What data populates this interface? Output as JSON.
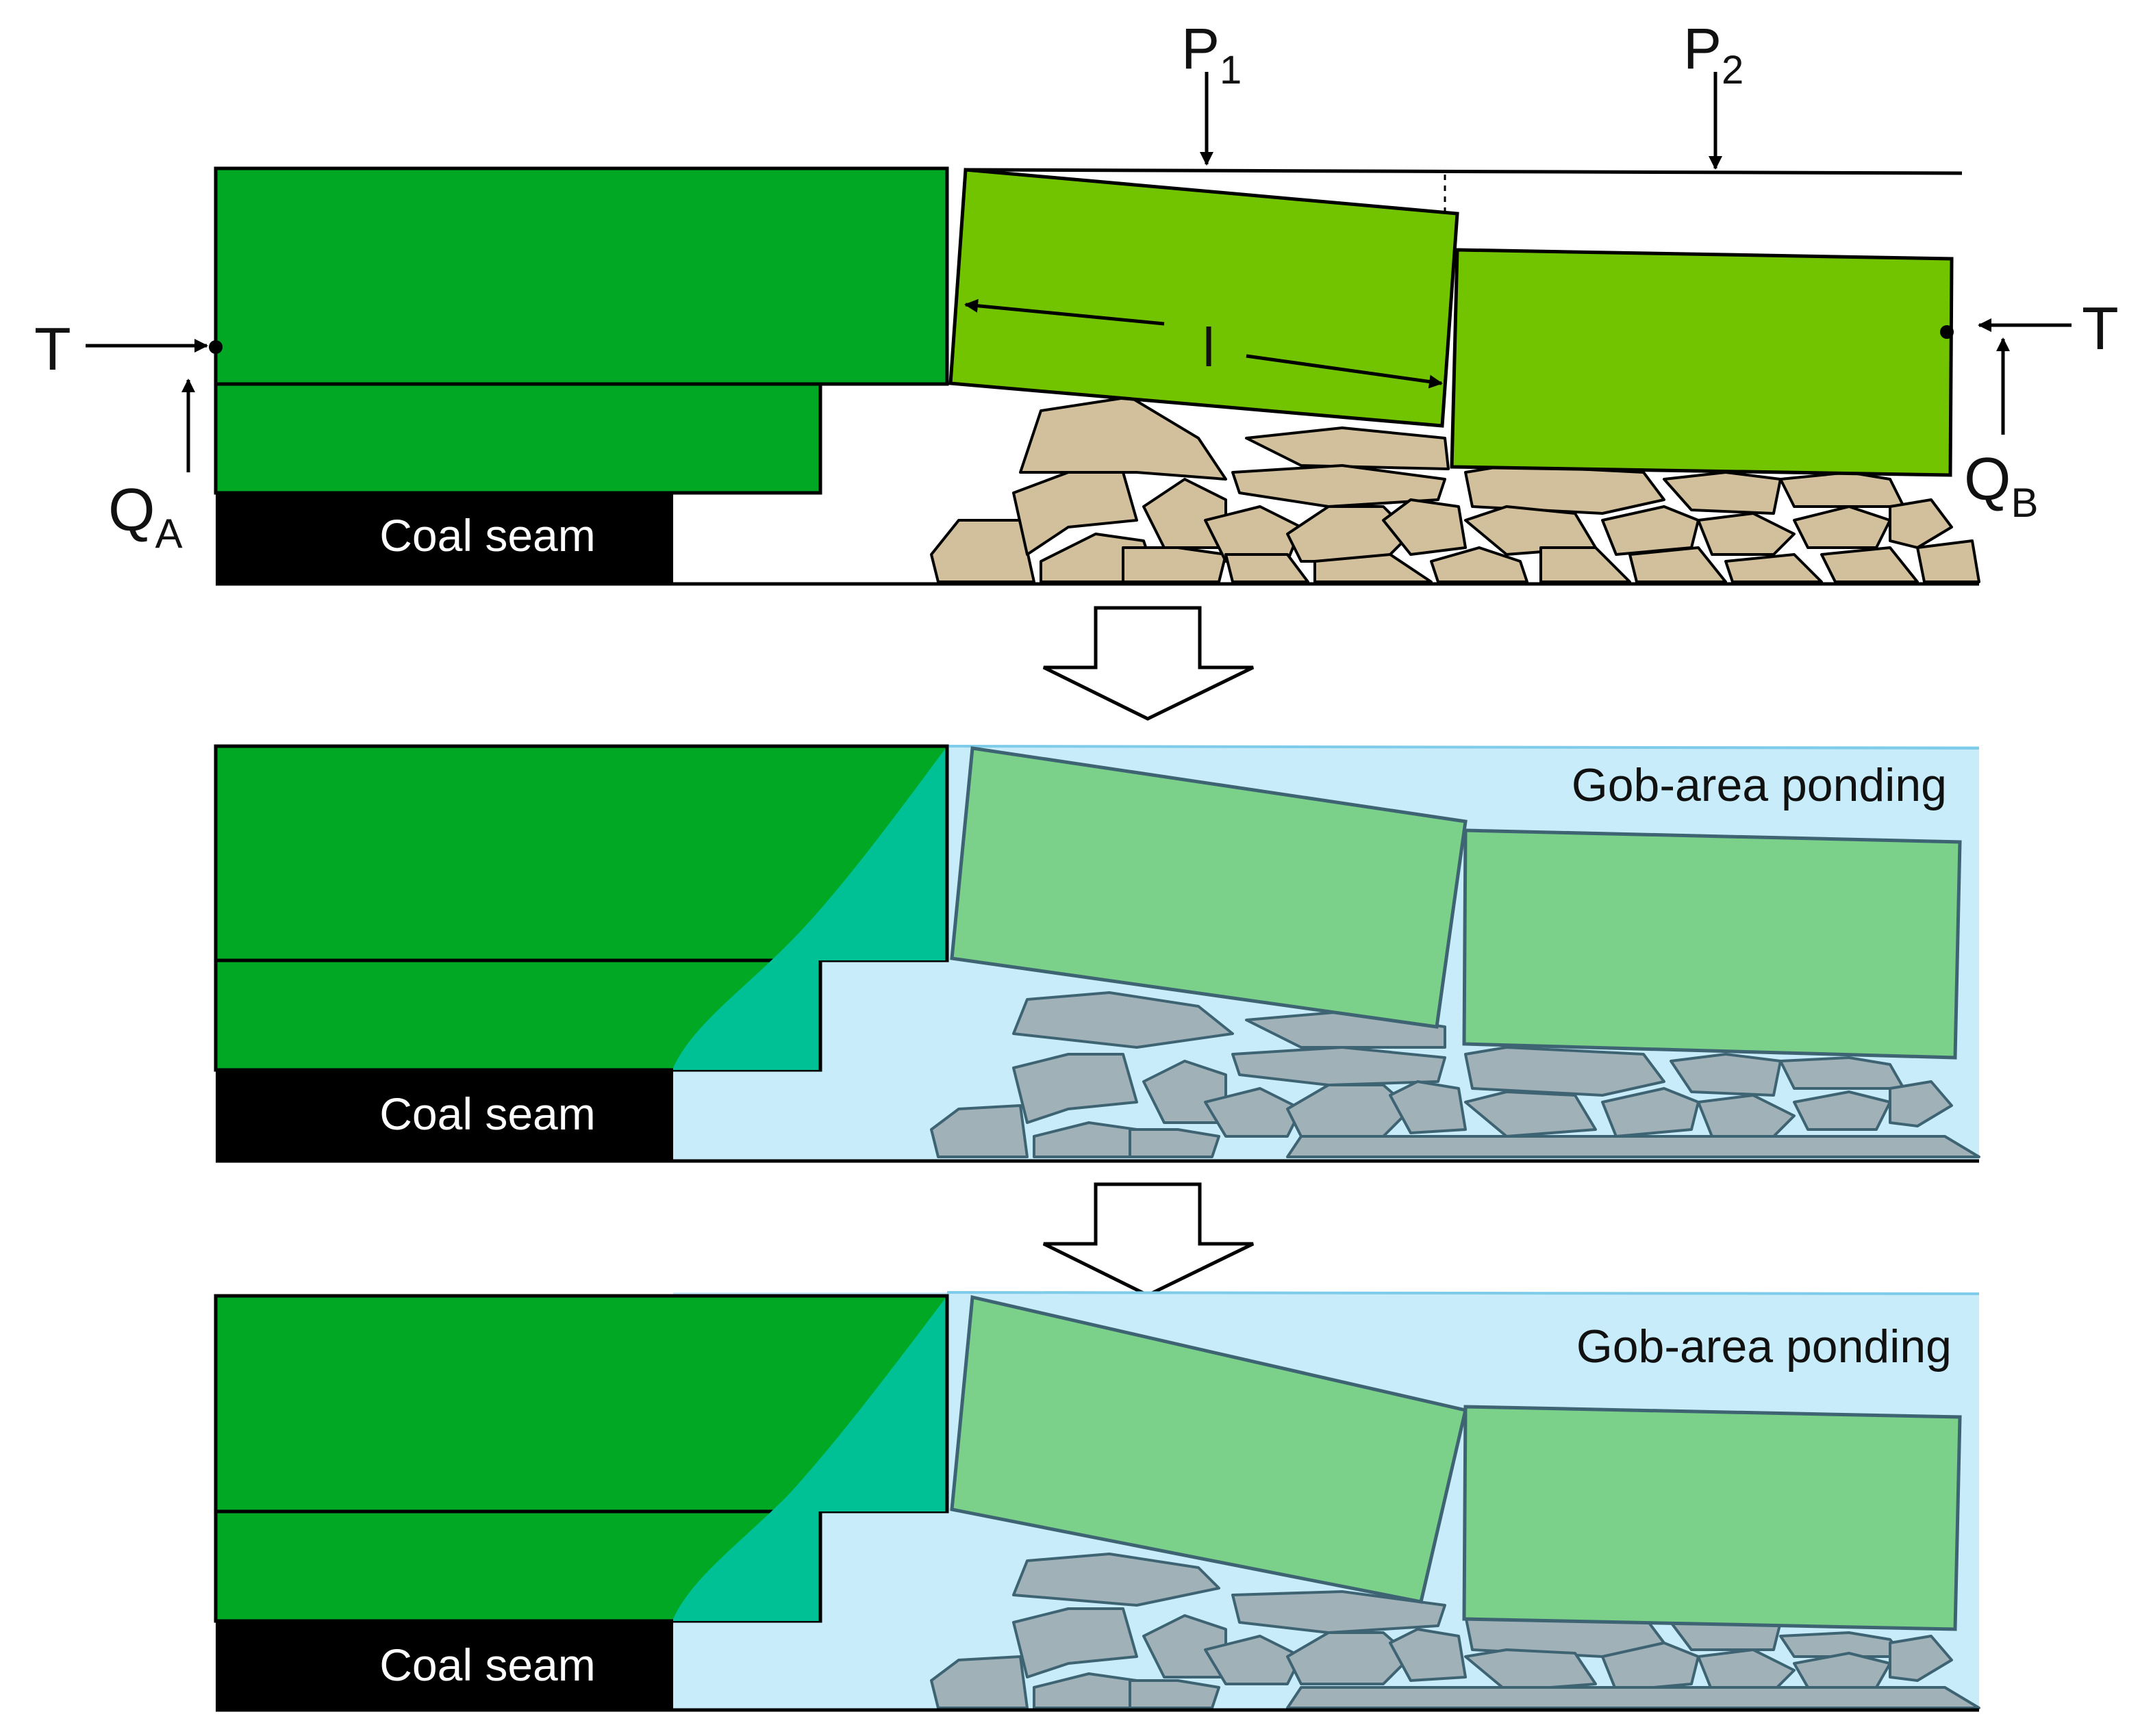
{
  "colors": {
    "intact_strata": "#00a823",
    "broken_block": "#72c400",
    "broken_block_submerged": "#7bd08a",
    "gangue_dry": "#d2c09c",
    "gangue_wet": "#a1b1b8",
    "water": "#c8ecf9",
    "water_edge": "#00c196",
    "coal": "#000000",
    "outline": "#000000",
    "outline_wet": "#3e6474"
  },
  "panels": [
    {
      "id": "before",
      "coal_label": "Coal seam",
      "forces": {
        "thrust_left": "T",
        "thrust_right": "T",
        "load_1": "P",
        "load_1_sub": "1",
        "load_2": "P",
        "load_2_sub": "2",
        "shear_a": "Q",
        "shear_a_sub": "A",
        "shear_b": "Q",
        "shear_b_sub": "B",
        "block_length": "l"
      }
    },
    {
      "id": "ponding-stage-1",
      "coal_label": "Coal seam",
      "ponding_label": "Gob-area ponding"
    },
    {
      "id": "ponding-stage-2",
      "coal_label": "Coal seam",
      "ponding_label": "Gob-area ponding"
    }
  ]
}
